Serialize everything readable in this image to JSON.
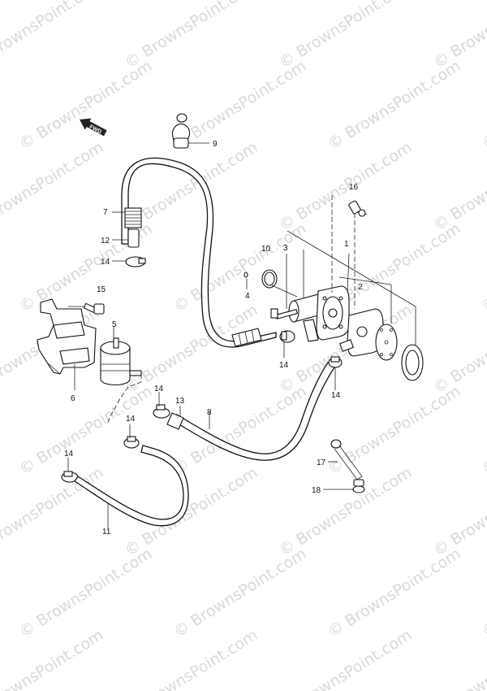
{
  "watermark": "© BrownsPoint.com",
  "direction_arrow": "FWD",
  "callouts": [
    "1",
    "2",
    "3",
    "4",
    "5",
    "6",
    "7",
    "8",
    "9",
    "10",
    "11",
    "12",
    "13",
    "14",
    "14",
    "14",
    "14",
    "14",
    "14",
    "15",
    "16",
    "17",
    "18"
  ]
}
